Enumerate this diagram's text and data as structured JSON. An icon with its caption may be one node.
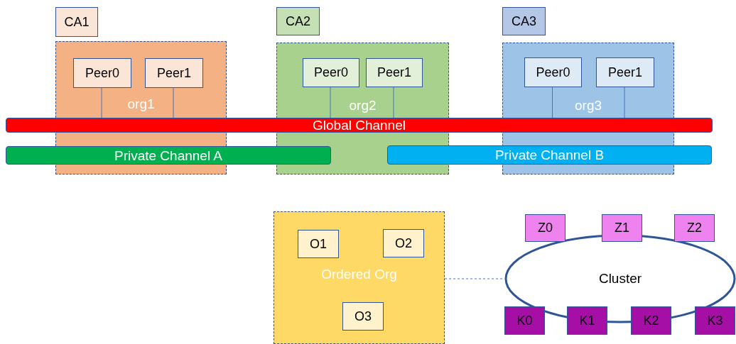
{
  "diagram": {
    "nodes": [
      {
        "text": [
          "CA1"
        ]
      },
      {
        "text": [
          "org1"
        ]
      },
      {
        "text": [
          "Peer0"
        ],
        "in": 1
      },
      {
        "text": [
          "Peer1"
        ],
        "in": 1
      },
      {
        "text": [
          "CA2"
        ]
      },
      {
        "text": [
          "org2"
        ]
      },
      {
        "text": [
          "Peer0"
        ],
        "in": 5
      },
      {
        "text": [
          "Peer1"
        ],
        "in": 5
      },
      {
        "text": [
          "CA3"
        ]
      },
      {
        "text": [
          "org3"
        ]
      },
      {
        "text": [
          "Peer0"
        ],
        "in": 9
      },
      {
        "text": [
          "Peer1"
        ],
        "in": 9
      },
      {
        "text": [
          "Global Channel"
        ]
      },
      {
        "text": [
          "Private Channel A"
        ]
      },
      {
        "text": [
          "Private Channel B"
        ]
      },
      {
        "text": [
          "Ordered Org"
        ]
      },
      {
        "text": [
          "O1"
        ],
        "in": 15
      },
      {
        "text": [
          "O2"
        ],
        "in": 15
      },
      {
        "text": [
          "O3"
        ],
        "in": 15
      },
      {
        "text": [
          "Cluster"
        ]
      },
      {
        "text": [
          "Z0"
        ]
      },
      {
        "text": [
          "Z1"
        ]
      },
      {
        "text": [
          "Z2"
        ]
      },
      {
        "text": [
          "K0"
        ]
      },
      {
        "text": [
          "K1"
        ]
      },
      {
        "text": [
          "K2"
        ]
      },
      {
        "text": [
          "K3"
        ]
      }
    ],
    "edges": [
      {
        "from": 2,
        "to": 12,
        "arrow": "none"
      },
      {
        "from": 3,
        "to": 12,
        "arrow": "none"
      },
      {
        "from": 6,
        "to": 12,
        "arrow": "none"
      },
      {
        "from": 7,
        "to": 12,
        "arrow": "none"
      },
      {
        "from": 10,
        "to": 12,
        "arrow": "none"
      },
      {
        "from": 11,
        "to": 12,
        "arrow": "none"
      },
      {
        "from": 15,
        "to": 19,
        "arrow": "none",
        "style": "dashed"
      }
    ]
  }
}
